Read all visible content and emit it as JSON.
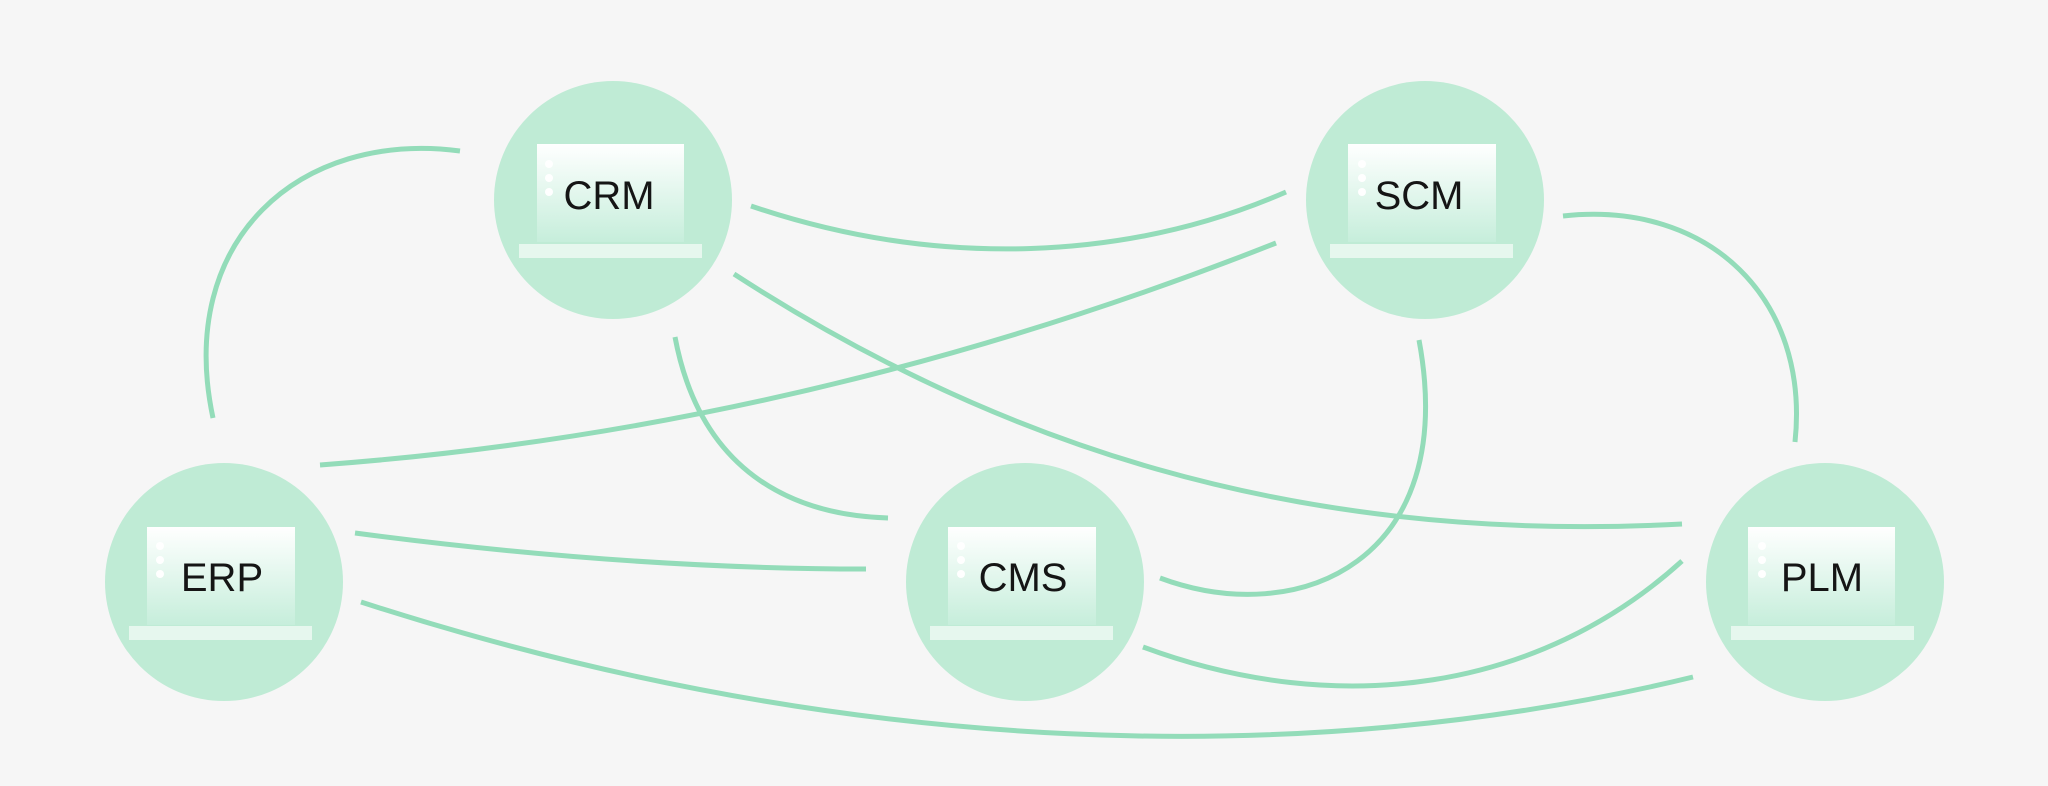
{
  "nodes": [
    {
      "id": "crm",
      "label": "CRM"
    },
    {
      "id": "scm",
      "label": "SCM"
    },
    {
      "id": "erp",
      "label": "ERP"
    },
    {
      "id": "cms",
      "label": "CMS"
    },
    {
      "id": "plm",
      "label": "PLM"
    }
  ],
  "edges": [
    {
      "from": "ERP",
      "to": "CRM"
    },
    {
      "from": "CRM",
      "to": "SCM"
    },
    {
      "from": "ERP",
      "to": "SCM"
    },
    {
      "from": "CRM",
      "to": "CMS"
    },
    {
      "from": "CRM",
      "to": "PLM"
    },
    {
      "from": "SCM",
      "to": "PLM"
    },
    {
      "from": "SCM",
      "to": "CMS"
    },
    {
      "from": "ERP",
      "to": "CMS"
    },
    {
      "from": "CMS",
      "to": "PLM"
    },
    {
      "from": "ERP",
      "to": "PLM"
    }
  ],
  "colors": {
    "background": "#f6f6f6",
    "node_fill": "#bfebd5",
    "edge": "#93dcb9",
    "server_top": "#ffffff",
    "server_bottom": "#c6eedb",
    "label": "#151515"
  }
}
